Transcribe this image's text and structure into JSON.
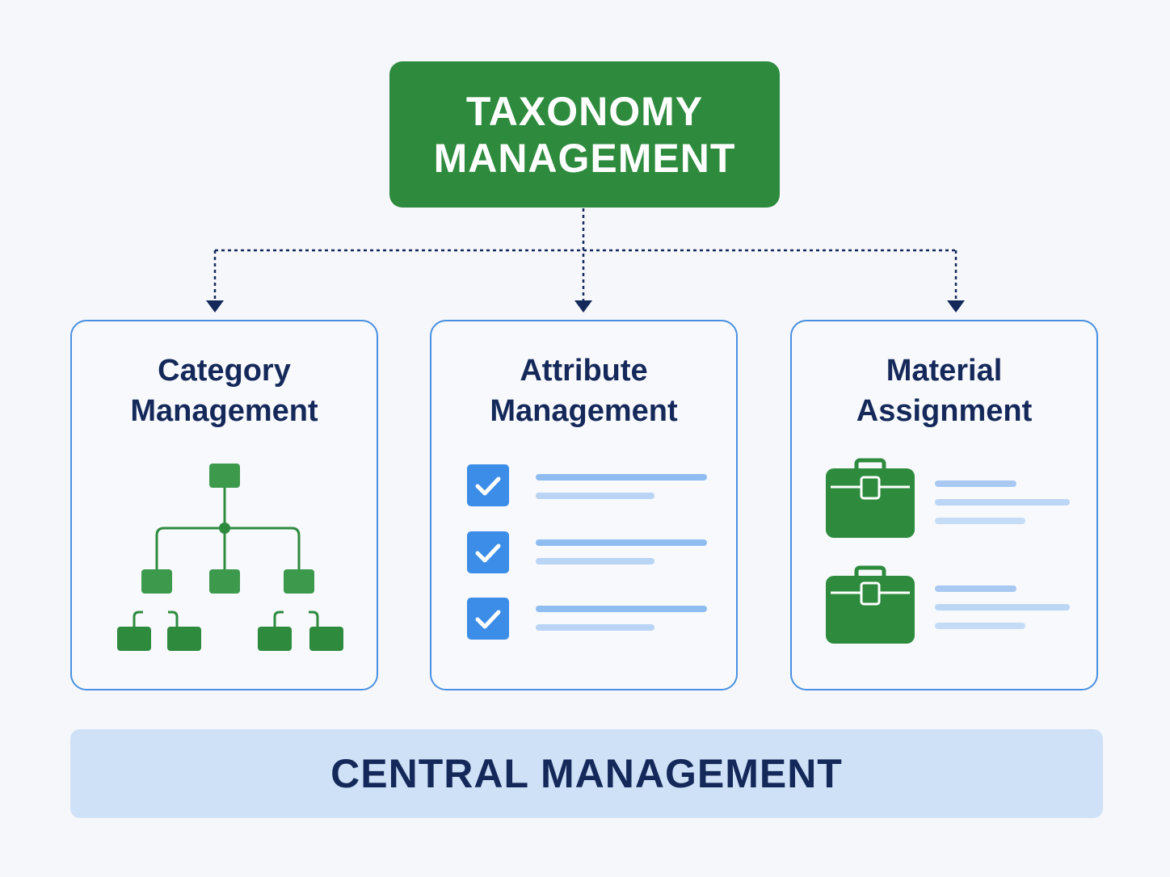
{
  "top": {
    "line1": "TAXONOMY",
    "line2": "MANAGEMENT"
  },
  "cards": [
    {
      "line1": "Category",
      "line2": "Management",
      "icon": "hierarchy-tree-icon"
    },
    {
      "line1": "Attribute",
      "line2": "Management",
      "icon": "checklist-icon"
    },
    {
      "line1": "Material",
      "line2": "Assignment",
      "icon": "briefcase-list-icon"
    }
  ],
  "bottom": {
    "label": "CENTRAL MANAGEMENT"
  },
  "colors": {
    "primary_green": "#2e8b3e",
    "navy": "#14285a",
    "card_border": "#4a90e2",
    "checkbox_blue": "#3b8de8",
    "light_blue_bar": "#cfe1f7"
  }
}
